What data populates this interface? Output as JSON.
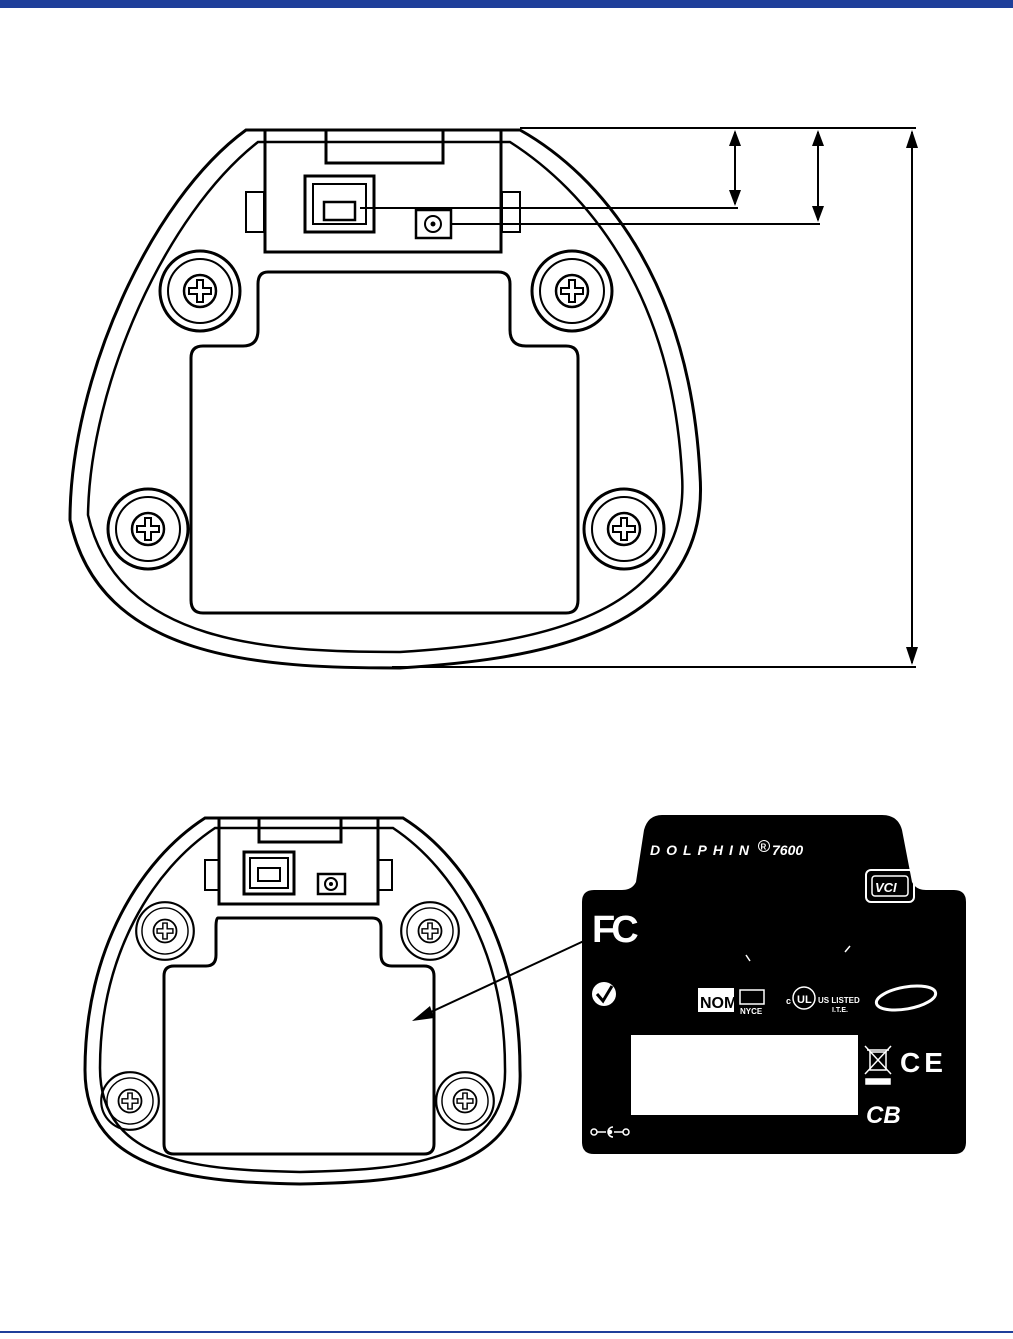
{
  "colors": {
    "rule": "#1f3f9a",
    "line": "#000000",
    "label_bg": "#000000",
    "label_fg": "#ffffff"
  },
  "label": {
    "product_name": "DOLPHIN",
    "registered_mark": "R",
    "model": "7600",
    "fcc_logo": "FC",
    "vci_logo": "VCI",
    "nom_logo": "NOM",
    "nyce_logo": "NYCE",
    "ul_c": "c",
    "ul_logo": "UL",
    "ul_us_listed": "US LISTED",
    "ul_ite": "I.T.E.",
    "ce_mark": "CE",
    "cb_mark": "CB"
  },
  "icons": {
    "usb": "usb-b-port-icon",
    "dc": "dc-power-jack-icon",
    "screw": "phillips-screw-icon",
    "weee": "crossed-bin-icon",
    "ctick": "c-tick-icon",
    "dc_polarity": "dc-polarity-icon"
  }
}
